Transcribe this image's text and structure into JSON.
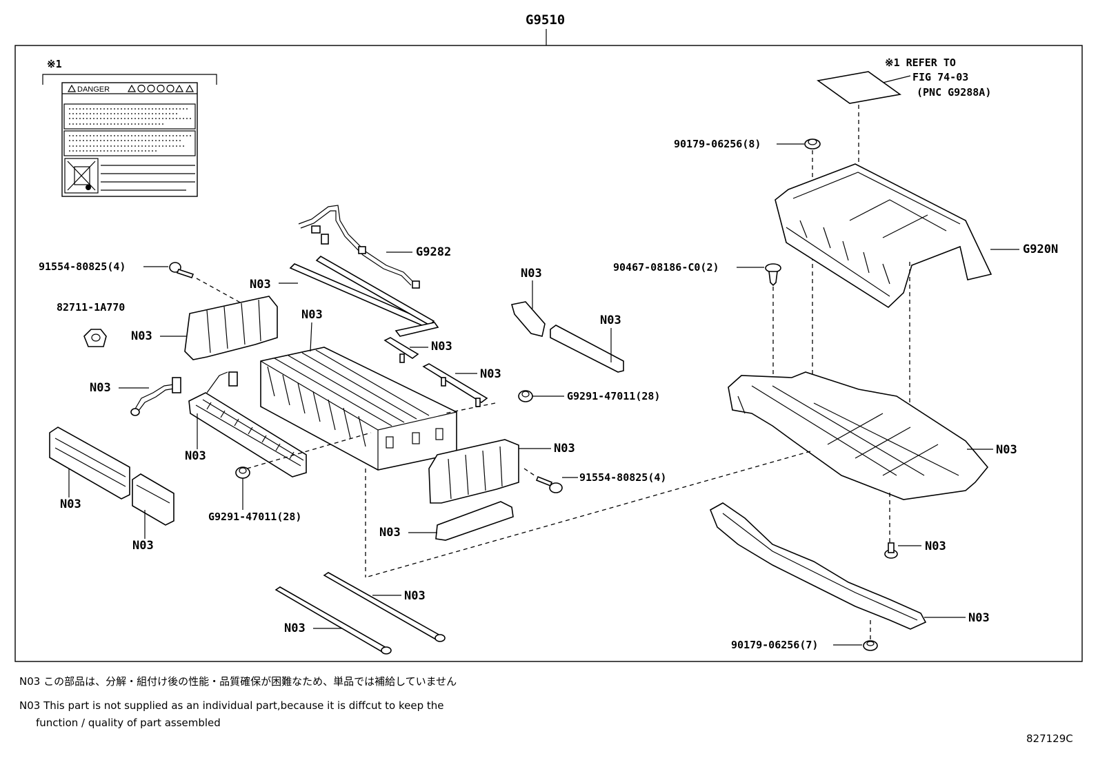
{
  "assembly_code": "G9510",
  "ref_mark": "※1",
  "refer_note": [
    "※1 REFER TO",
    "FIG 74-03",
    "(PNC G9288A)"
  ],
  "label_title": "DANGER",
  "parts": {
    "cover_upper": "G920N",
    "wire_harness": "G9282",
    "nut_28_left": "G9291-47011(28)",
    "nut_28_right": "G9291-47011(28)",
    "bolt_4_left": "91554-80825(4)",
    "bolt_4_right": "91554-80825(4)",
    "clip": "82711-1A770",
    "nut_8": "90179-06256(8)",
    "nut_7": "90179-06256(7)",
    "clamp_2": "90467-08186-C0(2)",
    "n03": "N03"
  },
  "notes": {
    "jp": "N03 この部品は、分解・組付け後の性能・品質確保が困難なため、単品では補給していません",
    "en_line1": "N03 This part is not supplied as an  individual part,because it is diffcut to keep the",
    "en_line2": "function / quality of part assembled"
  },
  "figure_id": "827129C"
}
